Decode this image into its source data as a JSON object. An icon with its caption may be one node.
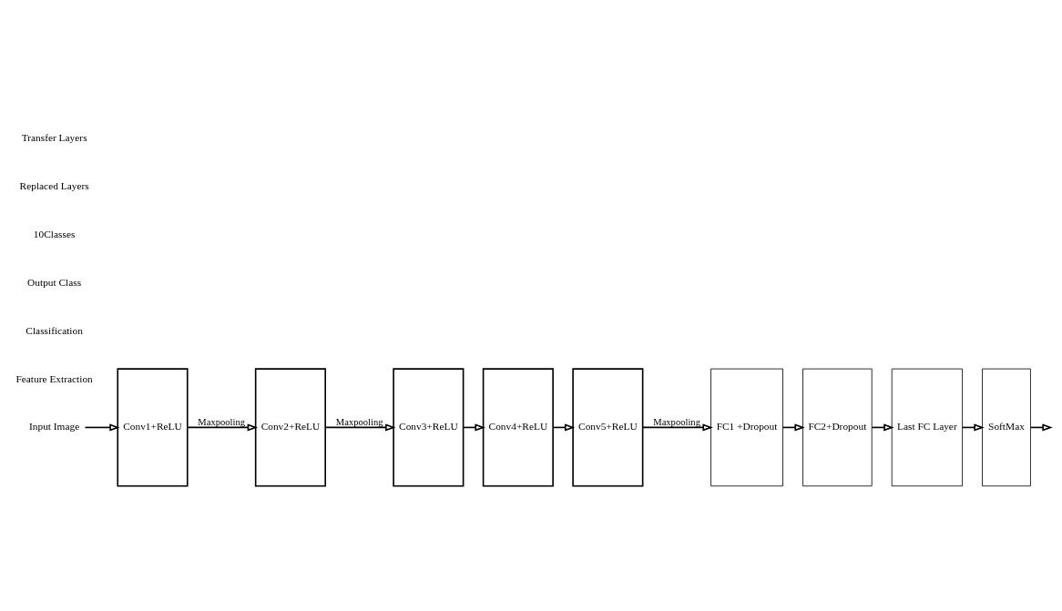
{
  "diagram": {
    "nodes": [
      {
        "text": [
          "Input Image"
        ]
      },
      {
        "text": [
          "Conv1+ReLU"
        ]
      },
      {
        "text": [
          "Conv2+ReLU"
        ]
      },
      {
        "text": [
          "Conv3+ReLU"
        ]
      },
      {
        "text": [
          "Conv4+ReLU"
        ]
      },
      {
        "text": [
          "Conv5+ReLU"
        ]
      },
      {
        "text": [
          "FC1 +Dropout"
        ]
      },
      {
        "text": [
          "FC2+Dropout"
        ]
      },
      {
        "text": [
          "Last FC Layer"
        ]
      },
      {
        "text": [
          "SoftMax"
        ]
      }
    ],
    "edges": [
      {
        "from": 0,
        "to": 1,
        "arrow": "to"
      },
      {
        "from": 1,
        "to": 2,
        "arrow": "to",
        "label": "Maxpooling"
      },
      {
        "from": 2,
        "to": 3,
        "arrow": "to",
        "label": "Maxpooling"
      },
      {
        "from": 3,
        "to": 4,
        "arrow": "to"
      },
      {
        "from": 4,
        "to": 5,
        "arrow": "to"
      },
      {
        "from": 5,
        "to": 6,
        "arrow": "to",
        "label": "Maxpooling"
      },
      {
        "from": 6,
        "to": 7,
        "arrow": "to"
      },
      {
        "from": 7,
        "to": 8,
        "arrow": "to"
      },
      {
        "from": 8,
        "to": 9,
        "arrow": "to"
      },
      {
        "from": 9,
        "to": null,
        "arrow": "to"
      }
    ],
    "labels": [
      "Feature Extraction",
      "Classification",
      "Output Class",
      "10Classes",
      "Replaced Layers",
      "Transfer Layers"
    ]
  }
}
